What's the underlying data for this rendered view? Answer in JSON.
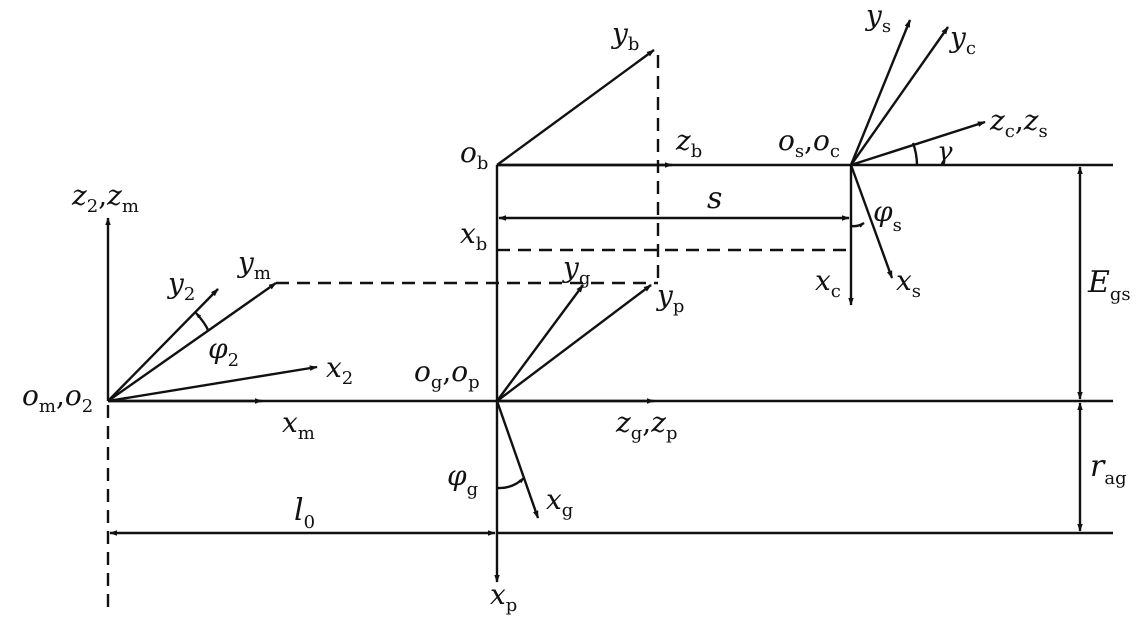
{
  "labels": {
    "zb": {
      "main": "z",
      "sub": "b"
    },
    "yb": {
      "main": "y",
      "sub": "b"
    },
    "ob": {
      "main": "o",
      "sub": "b"
    },
    "xb": {
      "main": "x",
      "sub": "b"
    },
    "s": {
      "main": "s"
    },
    "ys": {
      "main": "y",
      "sub": "s"
    },
    "yc": {
      "main": "y",
      "sub": "c"
    },
    "osoc": {
      "main1": "o",
      "sub1": "s",
      "sep": ",",
      "main2": "o",
      "sub2": "c"
    },
    "zczs": {
      "main1": "z",
      "sub1": "c",
      "sep": ",",
      "main2": "z",
      "sub2": "s"
    },
    "gamma": {
      "main": "γ"
    },
    "phis": {
      "main": "φ",
      "sub": "s"
    },
    "xc": {
      "main": "x",
      "sub": "c"
    },
    "xs": {
      "main": "x",
      "sub": "s"
    },
    "egs": {
      "main": "E",
      "sub": "gs"
    },
    "z2zm": {
      "main1": "z",
      "sub1": "2",
      "sep": ",",
      "main2": "z",
      "sub2": "m"
    },
    "ym": {
      "main": "y",
      "sub": "m"
    },
    "y2": {
      "main": "y",
      "sub": "2"
    },
    "phi2": {
      "main": "φ",
      "sub": "2"
    },
    "x2": {
      "main": "x",
      "sub": "2"
    },
    "omo2": {
      "main1": "o",
      "sub1": "m",
      "sep": ",",
      "main2": "o",
      "sub2": "2"
    },
    "xm": {
      "main": "x",
      "sub": "m"
    },
    "yg": {
      "main": "y",
      "sub": "g"
    },
    "yp": {
      "main": "y",
      "sub": "p"
    },
    "ogop": {
      "main1": "o",
      "sub1": "g",
      "sep": ",",
      "main2": "o",
      "sub2": "p"
    },
    "zgzp": {
      "main1": "z",
      "sub1": "g",
      "sep": ",",
      "main2": "z",
      "sub2": "p"
    },
    "phig": {
      "main": "φ",
      "sub": "g"
    },
    "xg": {
      "main": "x",
      "sub": "g"
    },
    "rag": {
      "main": "r",
      "sub": "ag"
    },
    "l0": {
      "main": "l",
      "sub": "0"
    },
    "xp": {
      "main": "x",
      "sub": "p"
    }
  }
}
